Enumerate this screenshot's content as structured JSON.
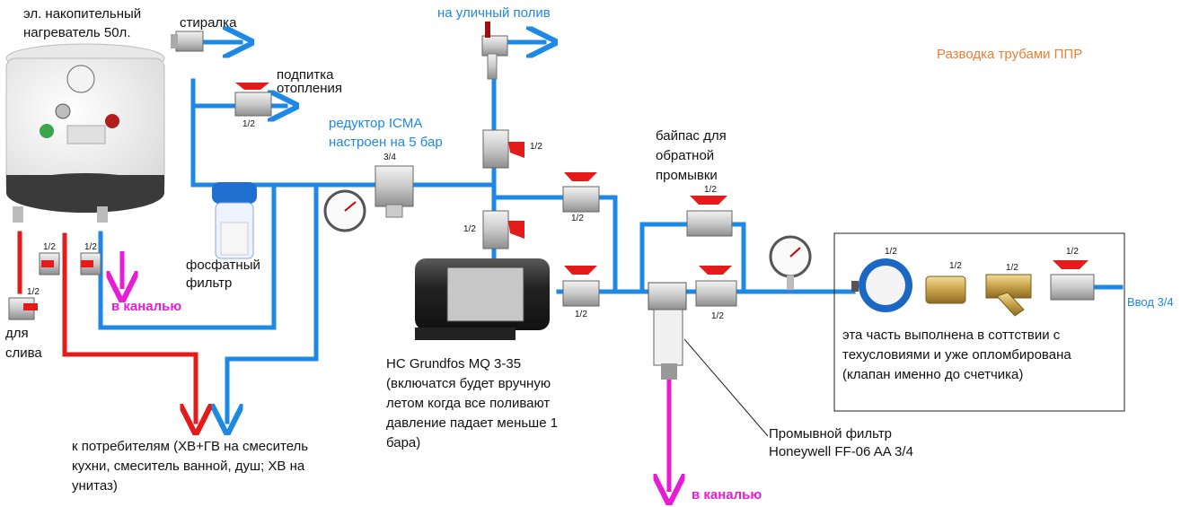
{
  "labels": {
    "heater": [
      "эл. накопительный",
      "нагреватель 50л."
    ],
    "washer": "стиралка",
    "heating_refill": [
      "подпитка",
      "отопления"
    ],
    "street_watering": "на уличный полив",
    "title": "Разводка трубами ППР",
    "reducer": [
      "редуктор ICMA",
      "настроен на 5 бар"
    ],
    "bypass": [
      "байпас для",
      "обратной",
      "промывки"
    ],
    "phosphate_filter": [
      "фосфатный",
      "фильтр"
    ],
    "to_drain_left": "в каналью",
    "for_drain": [
      "для",
      "слива"
    ],
    "pump": [
      "HC Grundfos MQ 3-35",
      "(включатся будет вручную",
      "летом когда все поливают",
      "давление падает меньше 1",
      "бара)"
    ],
    "flush_filter": [
      "Промывной фильтр",
      "Honeywell FF-06 AA 3/4"
    ],
    "to_drain_bottom": "в каналью",
    "consumers": [
      "к потребителям (ХВ+ГВ на смеситель",
      "кухни, смеситель ванной, душ; ХВ на",
      "унитаз)"
    ],
    "sealed_part": [
      "эта часть выполнена в соттствии с",
      "техусловиями и уже опломбирована",
      "(клапан именно до счетчика)"
    ],
    "inlet": "Ввод 3/4"
  },
  "sizes": {
    "half": "1/2",
    "three_quarter": "3/4"
  },
  "colors": {
    "cold_pipe": "#1e88e5",
    "hot_pipe": "#e31b1b",
    "drain": "#e81bd7",
    "title": "#ed7d31",
    "valve_handle": "#e31b1b",
    "brass": "#c8a24a"
  }
}
